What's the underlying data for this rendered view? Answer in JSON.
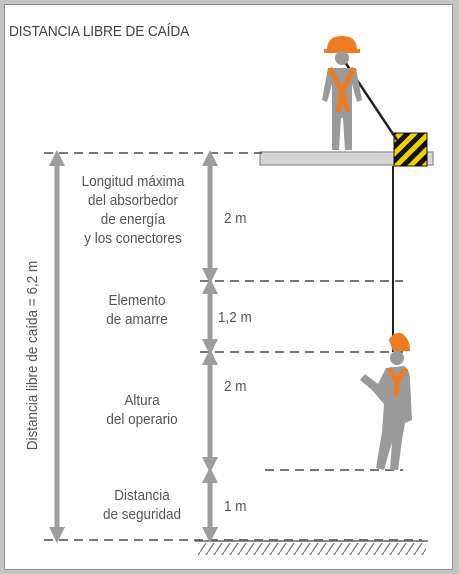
{
  "title": "DISTANCIA LIBRE DE CAÍDA",
  "vertical_label": "Distancia libre de caída = 6,2 m",
  "segments": [
    {
      "label_lines": [
        "Longitud máxima",
        "del absorbedor",
        "de energía",
        "y los conectores"
      ],
      "value": "2 m"
    },
    {
      "label_lines": [
        "Elemento",
        "de amarre"
      ],
      "value": "1,2 m"
    },
    {
      "label_lines": [
        "Altura",
        "del operario"
      ],
      "value": "2 m"
    },
    {
      "label_lines": [
        "Distancia",
        "de seguridad"
      ],
      "value": "1 m"
    }
  ],
  "colors": {
    "arrow": "#9d9d9d",
    "dash": "#4a4a4a",
    "figure": "#9a9a9a",
    "harness": "#ee7b1f",
    "helmet": "#ee7b1f",
    "anchor_yellow": "#f3d100",
    "platform": "#d6d6d6"
  }
}
